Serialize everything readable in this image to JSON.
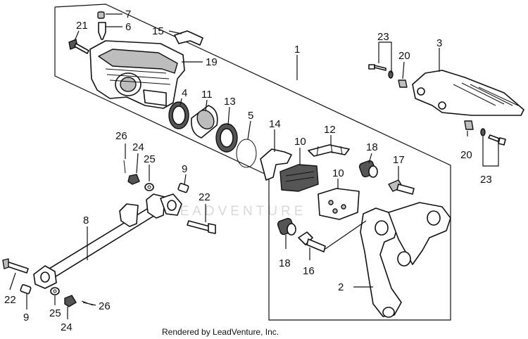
{
  "watermark": "LEADVENTURE",
  "credit": "Rendered by LeadVenture, Inc.",
  "callouts": [
    {
      "id": "c7",
      "text": "7"
    },
    {
      "id": "c6",
      "text": "6"
    },
    {
      "id": "c21",
      "text": "21"
    },
    {
      "id": "c15",
      "text": "15"
    },
    {
      "id": "c19",
      "text": "19"
    },
    {
      "id": "c1",
      "text": "1"
    },
    {
      "id": "c23a",
      "text": "23"
    },
    {
      "id": "c20a",
      "text": "20"
    },
    {
      "id": "c3",
      "text": "3"
    },
    {
      "id": "c4",
      "text": "4"
    },
    {
      "id": "c11",
      "text": "11"
    },
    {
      "id": "c13",
      "text": "13"
    },
    {
      "id": "c5",
      "text": "5"
    },
    {
      "id": "c14",
      "text": "14"
    },
    {
      "id": "c12",
      "text": "12"
    },
    {
      "id": "c10a",
      "text": "10"
    },
    {
      "id": "c18a",
      "text": "18"
    },
    {
      "id": "c17",
      "text": "17"
    },
    {
      "id": "c10b",
      "text": "10"
    },
    {
      "id": "c20b",
      "text": "20"
    },
    {
      "id": "c23b",
      "text": "23"
    },
    {
      "id": "c26a",
      "text": "26"
    },
    {
      "id": "c24a",
      "text": "24"
    },
    {
      "id": "c25a",
      "text": "25"
    },
    {
      "id": "c9a",
      "text": "9"
    },
    {
      "id": "c22a",
      "text": "22"
    },
    {
      "id": "c8",
      "text": "8"
    },
    {
      "id": "c18b",
      "text": "18"
    },
    {
      "id": "c16",
      "text": "16"
    },
    {
      "id": "c2",
      "text": "2"
    },
    {
      "id": "c22b",
      "text": "22"
    },
    {
      "id": "c9b",
      "text": "9"
    },
    {
      "id": "c25b",
      "text": "25"
    },
    {
      "id": "c26b",
      "text": "26"
    },
    {
      "id": "c24b",
      "text": "24"
    }
  ]
}
